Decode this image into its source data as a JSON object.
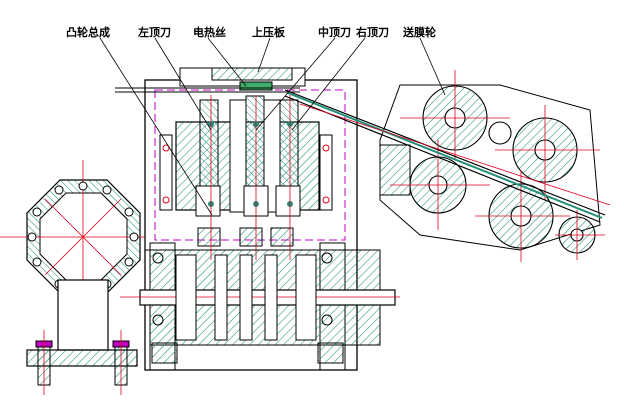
{
  "labels": {
    "cam_assembly": "凸轮总成",
    "left_top_knife": "左顶刀",
    "heater": "电热丝",
    "upper_pressing_plate": "上压板",
    "middle_top_knife": "中顶刀",
    "right_top_knife": "右顶刀",
    "feed_wheel": "送膜轮"
  },
  "colors": {
    "hatch": "#1f8f7a",
    "centerline": "#e0001a",
    "outline": "#000000",
    "phantom": "#c000c0",
    "green_fill": "#3fae6a"
  }
}
